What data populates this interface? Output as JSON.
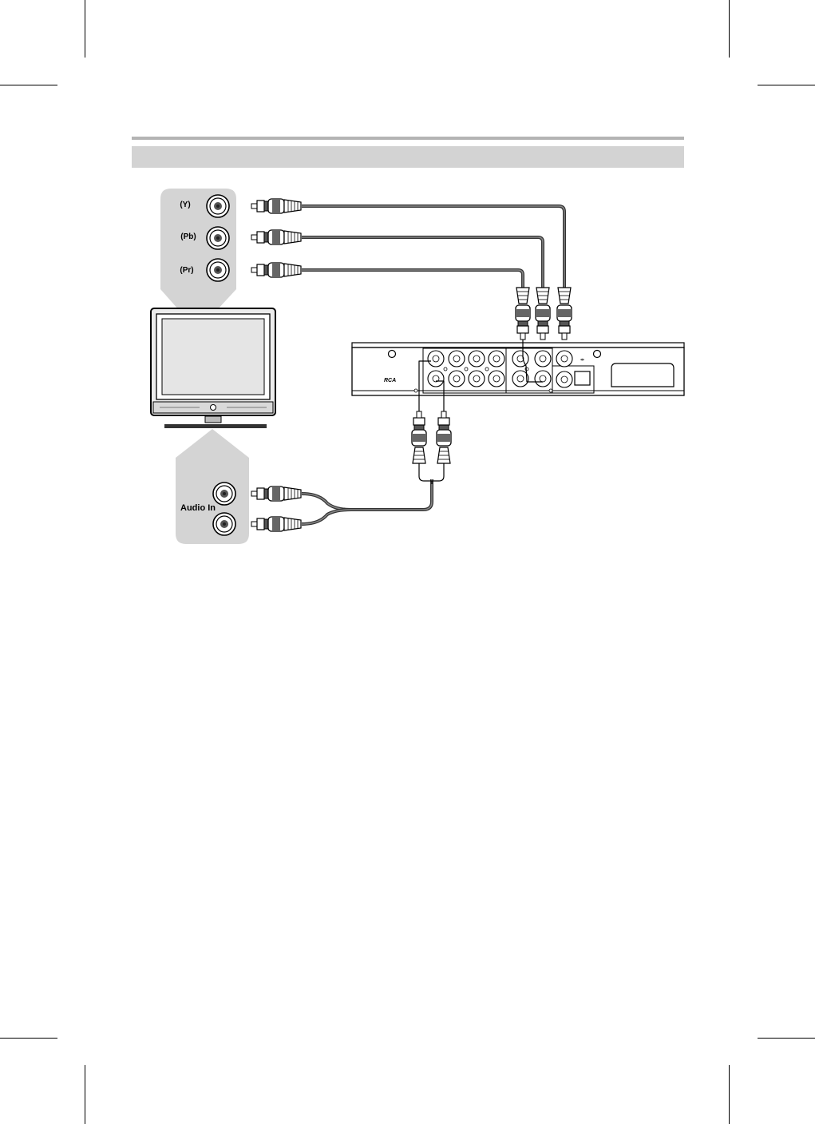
{
  "page": {
    "header_rule_color": "#b4b4b4",
    "header_band_color": "#d3d3d3",
    "panel_color": "#d4d4d4"
  },
  "tv_inputs": {
    "jack_labels": [
      "(Y)",
      "(Pb)",
      "(Pr)"
    ],
    "audio_label": "Audio In"
  },
  "player": {
    "brand": "RCA"
  }
}
